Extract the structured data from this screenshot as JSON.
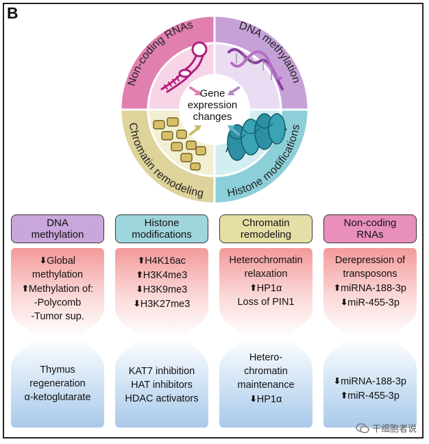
{
  "panel_label": "B",
  "wheel": {
    "segments": [
      {
        "label": "Non-coding RNAs",
        "color": "#e07fb0"
      },
      {
        "label": "DNA methylation",
        "color": "#c6a1d8"
      },
      {
        "label": "Histone modifications",
        "color": "#8ccfd8"
      },
      {
        "label": "Chromatin remodeling",
        "color": "#ddd39b"
      }
    ],
    "center": [
      "Gene",
      "expression",
      "changes"
    ]
  },
  "columns": [
    {
      "header": [
        "DNA",
        "methylation"
      ],
      "header_color": "#c9a6db",
      "top": [
        {
          "arrow": "down",
          "text": "Global"
        },
        {
          "arrow": "",
          "text": "methylation"
        },
        {
          "arrow": "up",
          "text": "Methylation of:"
        },
        {
          "arrow": "",
          "text": "-Polycomb"
        },
        {
          "arrow": "",
          "text": "-Tumor sup."
        }
      ],
      "bottom": [
        {
          "arrow": "",
          "text": "Thymus"
        },
        {
          "arrow": "",
          "text": "regeneration"
        },
        {
          "arrow": "",
          "text": "α-ketoglutarate"
        }
      ]
    },
    {
      "header": [
        "Histone",
        "modifications"
      ],
      "header_color": "#9fd6dd",
      "top": [
        {
          "arrow": "up",
          "text": "H4K16ac"
        },
        {
          "arrow": "up",
          "text": "H3K4me3"
        },
        {
          "arrow": "down",
          "text": "H3K9me3"
        },
        {
          "arrow": "down",
          "text": "H3K27me3"
        }
      ],
      "bottom": [
        {
          "arrow": "",
          "text": "KAT7 inhibition"
        },
        {
          "arrow": "",
          "text": "HAT inhibitors"
        },
        {
          "arrow": "",
          "text": "HDAC activators"
        }
      ]
    },
    {
      "header": [
        "Chromatin",
        "remodeling"
      ],
      "header_color": "#e5dfa6",
      "top": [
        {
          "arrow": "",
          "text": "Heterochromatin"
        },
        {
          "arrow": "",
          "text": "relaxation"
        },
        {
          "arrow": "up",
          "text": "HP1α"
        },
        {
          "arrow": "",
          "text": "Loss of PIN1"
        }
      ],
      "bottom": [
        {
          "arrow": "",
          "text": "Hetero-"
        },
        {
          "arrow": "",
          "text": "chromatin"
        },
        {
          "arrow": "",
          "text": "maintenance"
        },
        {
          "arrow": "down",
          "text": "HP1α"
        }
      ]
    },
    {
      "header": [
        "Non-coding",
        "RNAs"
      ],
      "header_color": "#e88fbd",
      "top": [
        {
          "arrow": "",
          "text": "Derepression of"
        },
        {
          "arrow": "",
          "text": "transposons"
        },
        {
          "arrow": "up",
          "text": "miRNA-188-3p"
        },
        {
          "arrow": "down",
          "text": "miR-455-3p"
        }
      ],
      "bottom": [
        {
          "arrow": "down",
          "text": "miRNA-188-3p"
        },
        {
          "arrow": "up",
          "text": "miR-455-3p"
        }
      ]
    }
  ],
  "watermark": "干细胞者说"
}
